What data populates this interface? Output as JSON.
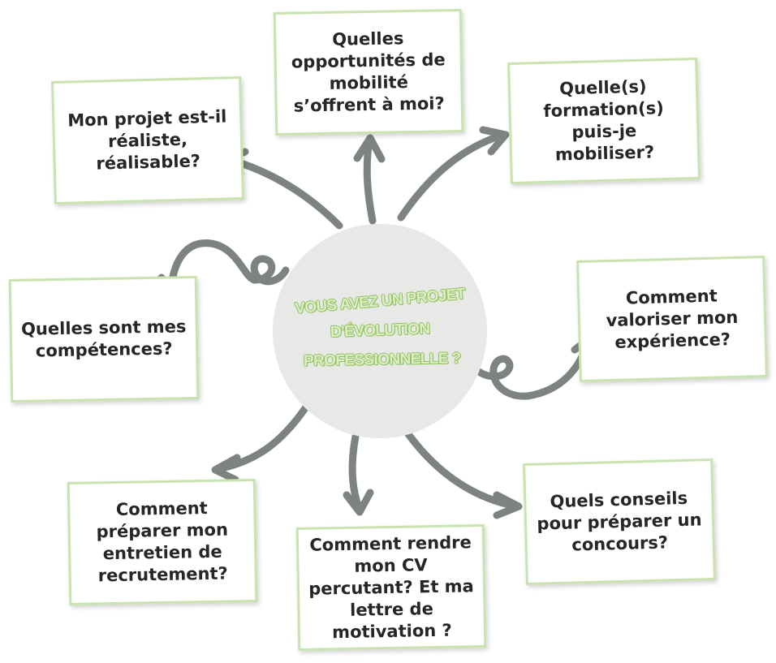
{
  "center": {
    "line1": "VOUS AVEZ UN PROJET",
    "line2": "D'ÉVOLUTION",
    "line3": "PROFESSIONNELLE ?"
  },
  "cards": {
    "mobilite": "Quelles opportunités de mobilité s’offrent à moi?",
    "formation": "Quelle(s) formation(s) puis-je mobiliser?",
    "realiste": "Mon projet est-il réaliste, réalisable?",
    "competences": "Quelles sont mes compétences?",
    "experience": "Comment valoriser mon expérience?",
    "entretien": "Comment préparer mon entretien de recrutement?",
    "cv": "Comment rendre mon CV percutant? Et ma lettre de motivation ?",
    "concours": "Quels conseils pour préparer un concours?"
  },
  "colors": {
    "arrow": "#7d8480",
    "card_border": "#c9e3b0",
    "center_fill": "#e8e8e6",
    "center_text": "#dcefc4"
  }
}
